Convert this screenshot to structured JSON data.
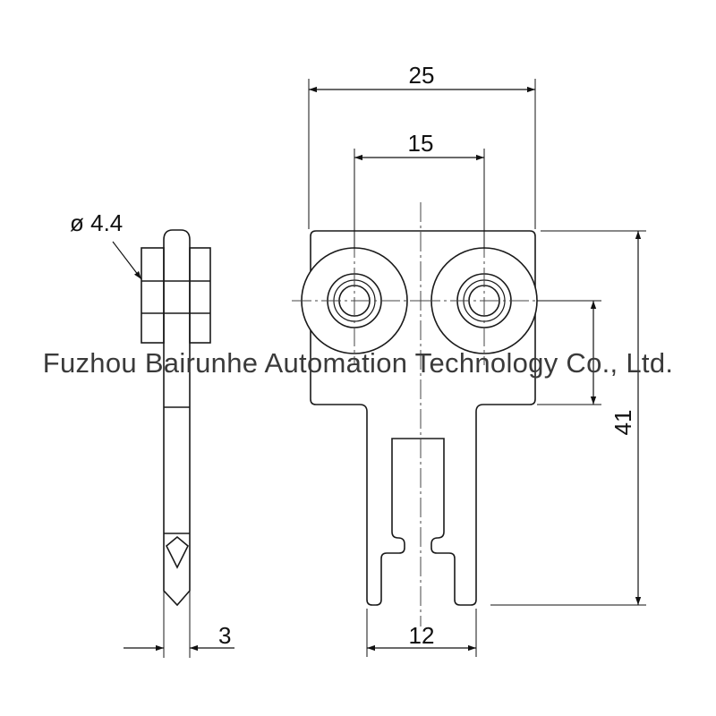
{
  "dimensions": {
    "overall_width": "25",
    "hole_spacing": "15",
    "hole_diameter": "ø 4.4",
    "overall_height": "41",
    "tongue_width": "12",
    "thickness": "3"
  },
  "watermark": {
    "text": "Fuzhou Bairunhe Automation Technology Co., Ltd."
  },
  "colors": {
    "line": "#1a1a1a",
    "centerline": "#444444",
    "background": "#ffffff"
  }
}
